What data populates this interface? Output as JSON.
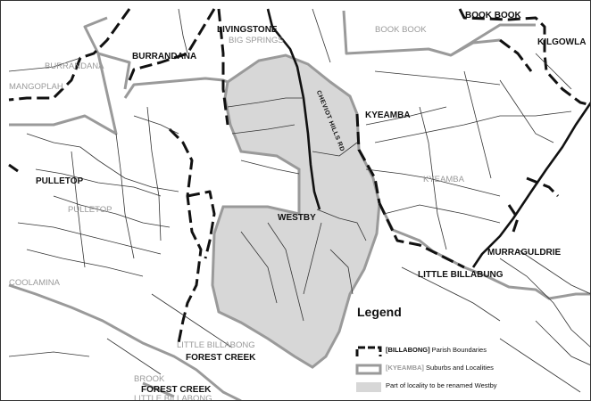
{
  "parish_labels": [
    {
      "id": "book-book",
      "text": "BOOK BOOK"
    },
    {
      "id": "kilgowla",
      "text": "KILGOWLA"
    },
    {
      "id": "livingstone",
      "text": "LIVINGSTONE"
    },
    {
      "id": "burrandana",
      "text": "BURRANDANA"
    },
    {
      "id": "kyeamba",
      "text": "KYEAMBA"
    },
    {
      "id": "pulletop",
      "text": "PULLETOP"
    },
    {
      "id": "westby",
      "text": "WESTBY"
    },
    {
      "id": "murraguldrie",
      "text": "MURRAGULDRIE"
    },
    {
      "id": "little-billabung",
      "text": "LITTLE BILLABUNG"
    },
    {
      "id": "forest-creek",
      "text": "FOREST CREEK"
    },
    {
      "id": "forest-creek-2",
      "text": "FOREST CREEK"
    }
  ],
  "locality_labels": [
    {
      "id": "book-book-loc",
      "text": "BOOK BOOK"
    },
    {
      "id": "big-springs",
      "text": "BIG SPRINGS"
    },
    {
      "id": "burrandana-loc",
      "text": "BURRANDANA"
    },
    {
      "id": "mangoplah",
      "text": "MANGOPLAH"
    },
    {
      "id": "kyeamba-loc",
      "text": "KYEAMBA"
    },
    {
      "id": "pulletop-loc",
      "text": "PULLETOP"
    },
    {
      "id": "coolamon-loc",
      "text": "COOLAMINA"
    },
    {
      "id": "little-billabong",
      "text": "LITTLE BILLABONG"
    },
    {
      "id": "brook",
      "text": "BROOK"
    },
    {
      "id": "little-billabong-2",
      "text": "LITTLE BILLABONG"
    }
  ],
  "road_labels": [
    {
      "id": "cheviot-hills-rd",
      "text": "CHEVIOT HILLS RD"
    }
  ],
  "legend": {
    "title": "Legend",
    "items": [
      {
        "bold": "[BILLABONG]",
        "text": "Parish Boundaries"
      },
      {
        "bold": "[KYEAMBA]",
        "text": "Suburbs and Localities"
      },
      {
        "bold": "",
        "text": "Part of locality to be renamed Westby"
      }
    ]
  },
  "colors": {
    "westby_fill": "#d7d7d7",
    "locality_line": "#9a9a9a",
    "parish_line": "#111111"
  }
}
